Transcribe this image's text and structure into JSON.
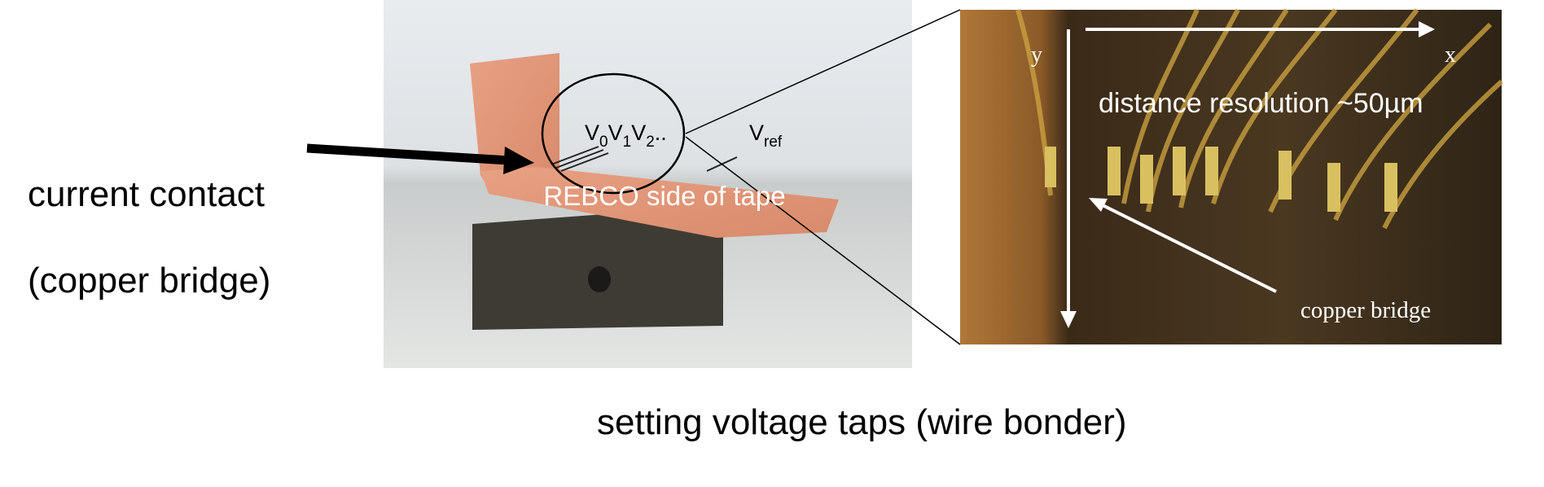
{
  "left_labels": {
    "line1": "current contact",
    "line2": "(copper bridge)"
  },
  "caption": "setting voltage taps (wire bonder)",
  "photo_left": {
    "taps_label": {
      "v": "V",
      "sub0": "0",
      "sub1": "1",
      "sub2": "2",
      "dots": ".."
    },
    "ref_label": {
      "v": "V",
      "sub": "ref"
    },
    "tape_label": "REBCO side of tape"
  },
  "photo_right": {
    "y_axis": "y",
    "x_axis": "x",
    "resolution": "distance resolution ~50µm",
    "bridge": "copper bridge"
  }
}
